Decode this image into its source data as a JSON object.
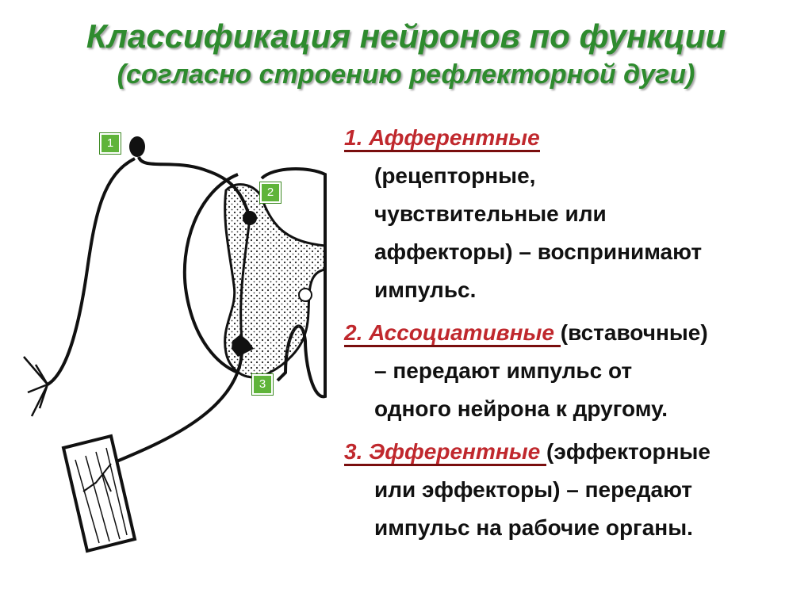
{
  "title": {
    "line1": "Классификация нейронов по функции",
    "line2": "(согласно строению рефлекторной дуги)"
  },
  "markers": [
    "1",
    "2",
    "3"
  ],
  "items": [
    {
      "head": "1. Афферентные",
      "line_a": "(рецепторные,",
      "line_b": "чувствительные или",
      "line_c": "аффекторы) – воспринимают",
      "line_d": "импульс."
    },
    {
      "head": "2. Ассоциативные ",
      "tail": "(вставочные)",
      "line_a": "– передают импульс от",
      "line_b": "одного нейрона к другому."
    },
    {
      "head": "3. Эфферентные ",
      "tail": "(эффекторные",
      "line_a": "или эффекторы) – передают",
      "line_b": "импульс на рабочие органы."
    }
  ],
  "colors": {
    "title": "#2e8b2e",
    "heading": "#c0282d",
    "marker": "#5fb43a"
  }
}
